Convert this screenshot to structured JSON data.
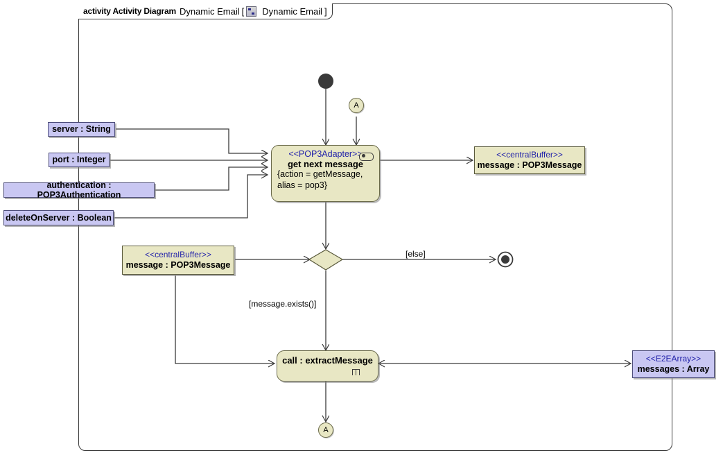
{
  "frame": {
    "keyword": "activity Activity Diagram",
    "name": "Dynamic Email",
    "bracket_open": "[",
    "bracket_close": "]",
    "diagram_ref": "Dynamic Email",
    "icon": "diagram-icon"
  },
  "colors": {
    "pin_fill": "#c9c7f2",
    "pin_stroke": "#4c4c7a",
    "buffer_fill": "#e8e7c4",
    "buffer_stroke": "#5a5a3c",
    "action_fill": "#e8e7c4",
    "stereotype_text": "#2323aa",
    "line": "#3a3a3a",
    "frame_stroke": "#3a3a3a",
    "background": "#ffffff"
  },
  "input_pins": [
    {
      "label": "server : String"
    },
    {
      "label": "port : Integer"
    },
    {
      "label": "authentication : POP3Authentication"
    },
    {
      "label": "deleteOnServer : Boolean"
    }
  ],
  "actions": {
    "get_next_message": {
      "stereotype": "<<POP3Adapter>>",
      "name": "get next message",
      "properties_line1": "{action = getMessage,",
      "properties_line2": "alias = pop3}",
      "icon": "pin-rounded-icon"
    },
    "extract_message": {
      "name": "call : extractMessage",
      "icon": "rake-subactivity-icon"
    }
  },
  "buffers": {
    "right_message": {
      "stereotype": "<<centralBuffer>>",
      "name": "message : POP3Message"
    },
    "left_message": {
      "stereotype": "<<centralBuffer>>",
      "name": "message : POP3Message"
    },
    "messages_array": {
      "stereotype": "<<E2EArray>>",
      "name": "messages : Array"
    }
  },
  "connectors": {
    "top_label": "A",
    "bottom_label": "A"
  },
  "guards": {
    "else": "[else]",
    "message_exists": "[message.exists()]"
  },
  "nodes": {
    "initial": "initial-node",
    "decision": "decision-node",
    "final": "activity-final-node"
  }
}
